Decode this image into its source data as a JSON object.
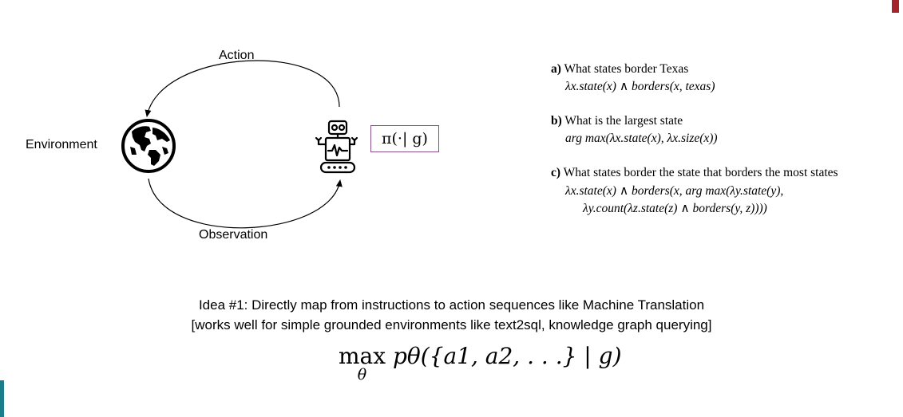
{
  "colors": {
    "accent_top_right": "#a4262c",
    "accent_bottom_left": "#1a7d8c",
    "policy_box_border": "#8a4e8a"
  },
  "diagram": {
    "action_label": "Action",
    "environment_label": "Environment",
    "observation_label": "Observation",
    "environment_icon": "globe-icon",
    "agent_icon": "robot-icon",
    "policy": "π(·| g)"
  },
  "examples": [
    {
      "label": "a)",
      "question": "What states border Texas",
      "formula_lines": [
        "λx.state(x) ∧ borders(x, texas)"
      ]
    },
    {
      "label": "b)",
      "question": "What is the largest state",
      "formula_lines": [
        "arg max(λx.state(x), λx.size(x))"
      ]
    },
    {
      "label": "c)",
      "question": "What states border the state that borders the most states",
      "formula_lines": [
        "λx.state(x) ∧ borders(x, arg max(λy.state(y),",
        "λy.count(λz.state(z) ∧ borders(y, z))))"
      ]
    }
  ],
  "idea": {
    "line1": "Idea #1: Directly map from instructions to action sequences like Machine Translation",
    "line2": "[works well for simple grounded environments like text2sql, knowledge graph querying]",
    "formula_max": "max",
    "formula_sub": "θ",
    "formula_rest": "pθ({a1, a2, . . .} | g)"
  }
}
